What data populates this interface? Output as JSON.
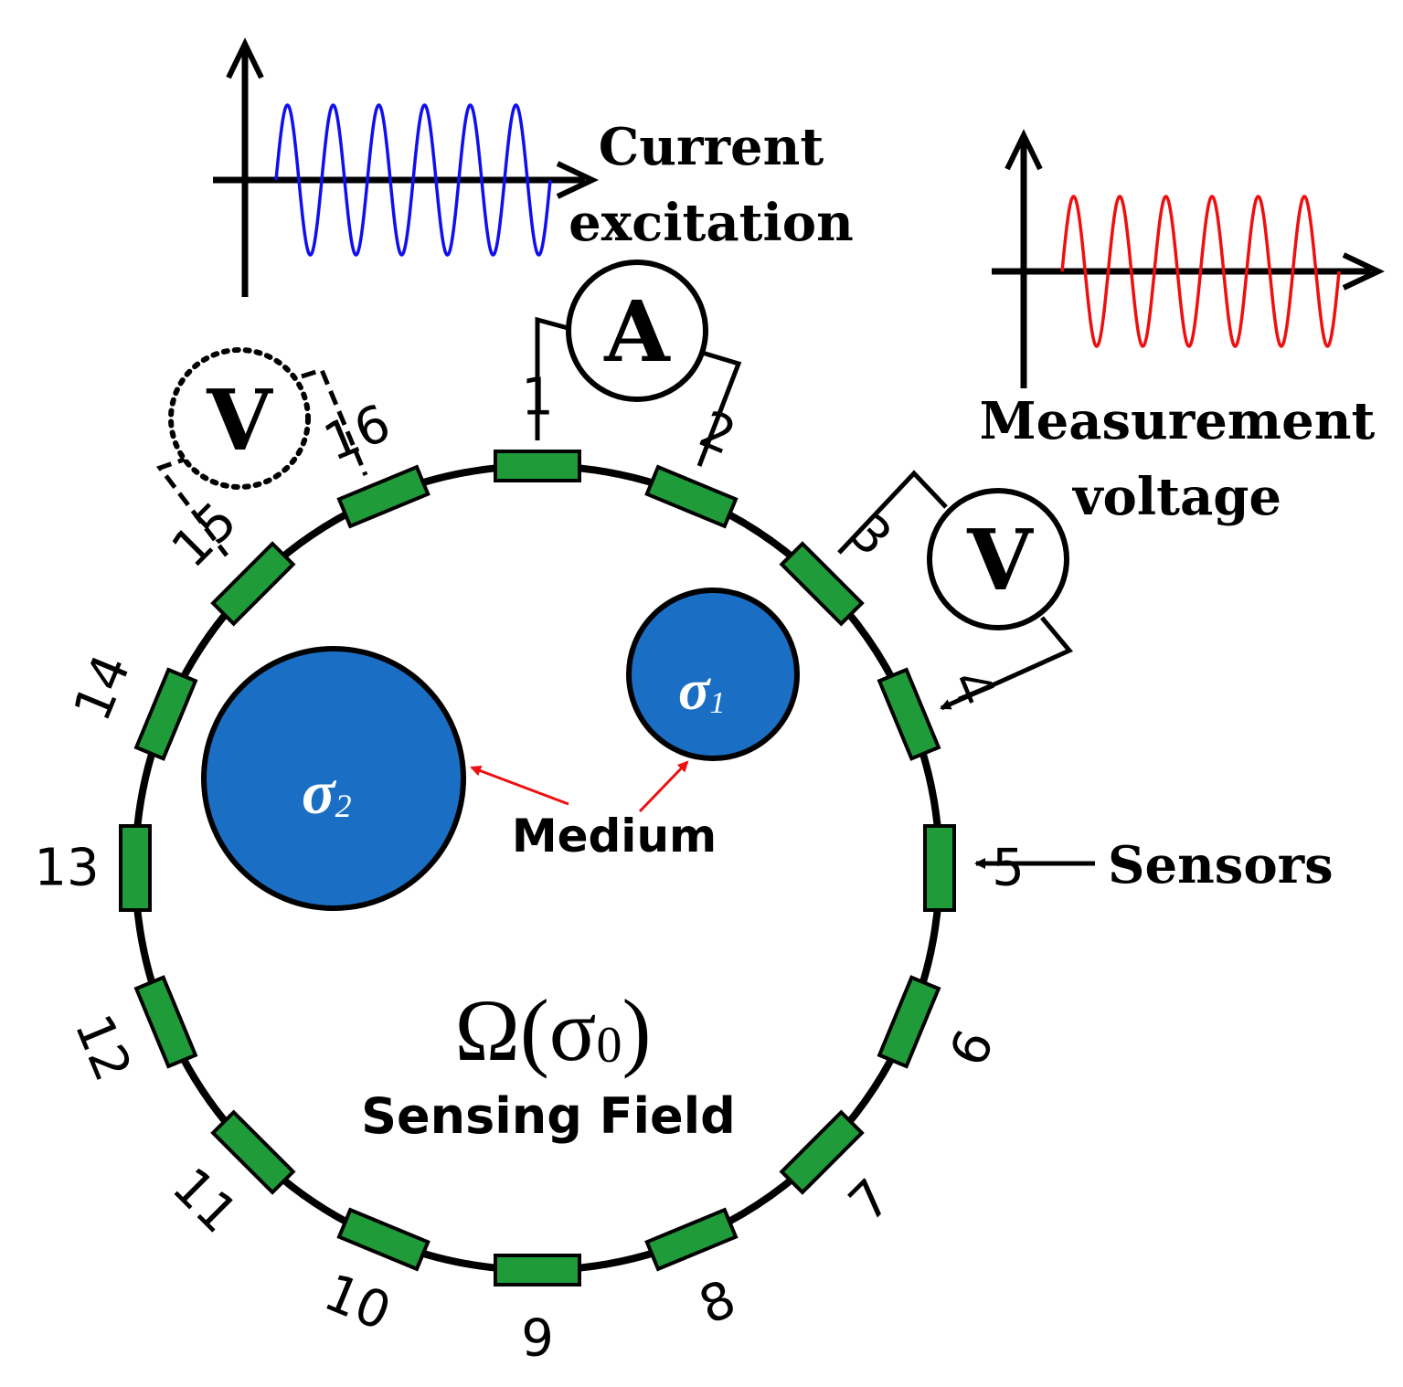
{
  "labels": {
    "current_line1": "Current",
    "current_line2": "excitation",
    "measurement_line1": "Measurement",
    "measurement_line2": "voltage",
    "sensors": "Sensors",
    "medium": "Medium",
    "sensing_field": "Sensing Field",
    "omega": "Ω(σ",
    "omega_sub": "0",
    "omega_close": ")",
    "sigma1": "σ",
    "sigma1_sub": "1",
    "sigma2": "σ",
    "sigma2_sub": "2",
    "ammeter": "A",
    "voltmeter": "V",
    "voltmeter_dotted": "V"
  },
  "electrodes": [
    "1",
    "2",
    "3",
    "4",
    "5",
    "6",
    "7",
    "8",
    "9",
    "10",
    "11",
    "12",
    "13",
    "14",
    "15",
    "16"
  ],
  "colors": {
    "electrode": "#1f9b3a",
    "medium": "#1a6fc4",
    "current_wave": "#1010ee",
    "voltage_wave": "#ee1010",
    "arrow_red": "#ee1010"
  }
}
